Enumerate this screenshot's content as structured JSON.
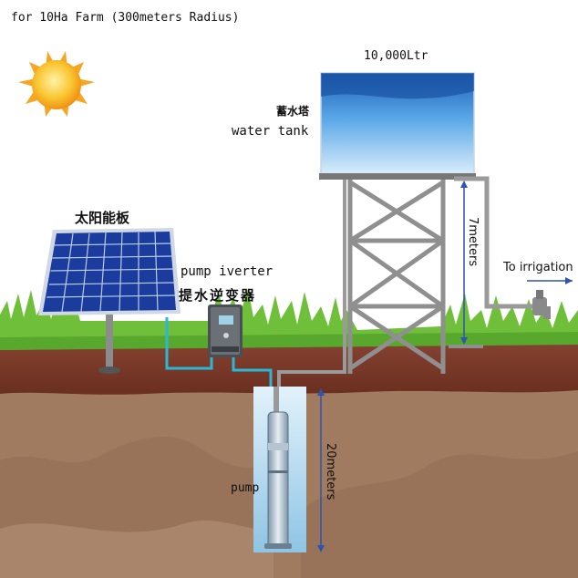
{
  "title": "for 10Ha Farm (300meters Radius)",
  "tank": {
    "capacity": "10,000Ltr",
    "label_zh": "蓄水塔",
    "label_en": "water tank"
  },
  "solar_panel": {
    "label_zh": "太阳能板"
  },
  "inverter": {
    "label_en": "pump iverter",
    "label_zh": "提水逆变器"
  },
  "pump": {
    "label": "pump"
  },
  "outlet": {
    "label": "To irrigation"
  },
  "heights": {
    "tower": "7meters",
    "well_depth": "20meters"
  },
  "colors": {
    "sky": "#ffffff",
    "grass": "#6fbf3a",
    "topsoil": "#7b3a26",
    "subsoil": "#a27d62",
    "water": "#2f7fd1",
    "pipe": "#9a9a9a",
    "cable": "#2bb7d8",
    "sun": "#f6a623",
    "dimension": "#2d54b0"
  }
}
